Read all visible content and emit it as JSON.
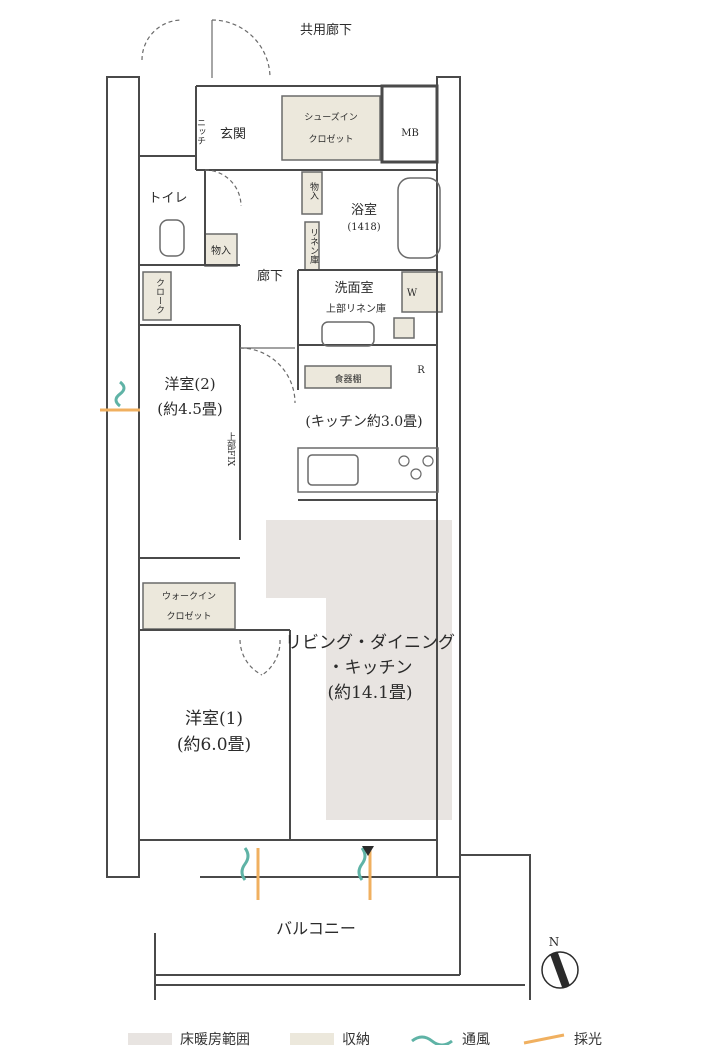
{
  "rooms": {
    "corridor_shared": "共用廊下",
    "entrance": "玄関",
    "niche": "ニッチ",
    "shoes_closet_1": "シューズイン",
    "shoes_closet_2": "クロゼット",
    "mb": "MB",
    "toilet": "トイレ",
    "storage_a": "物入",
    "storage_b": "物入",
    "bath": "浴室",
    "bath_size": "(1418)",
    "linen": "リネン庫",
    "hallway": "廊下",
    "washroom": "洗面室",
    "washer": "W",
    "upper_linen": "上部リネン庫",
    "cloak": "クローク",
    "room2_name": "洋室(2)",
    "room2_size": "(約4.5畳)",
    "fix_window": "上部FIX",
    "dish_shelf": "食器棚",
    "fridge": "R",
    "kitchen": "(キッチン約3.0畳)",
    "wic_1": "ウォークイン",
    "wic_2": "クロゼット",
    "living_1": "リビング・ダイニング",
    "living_2": "・キッチン",
    "living_3": "(約14.1畳)",
    "room1_name": "洋室(1)",
    "room1_size": "(約6.0畳)",
    "balcony": "バルコニー",
    "compass_n": "N"
  },
  "legend": {
    "floor_heating": "床暖房範囲",
    "storage": "収納",
    "ventilation": "通風",
    "daylight": "採光"
  },
  "colors": {
    "floor_heating": "#e8e4e1",
    "storage": "#ece8dc",
    "ventilation": "#5fb3a6",
    "daylight": "#f0b060",
    "wall": "#4a4a4a"
  }
}
